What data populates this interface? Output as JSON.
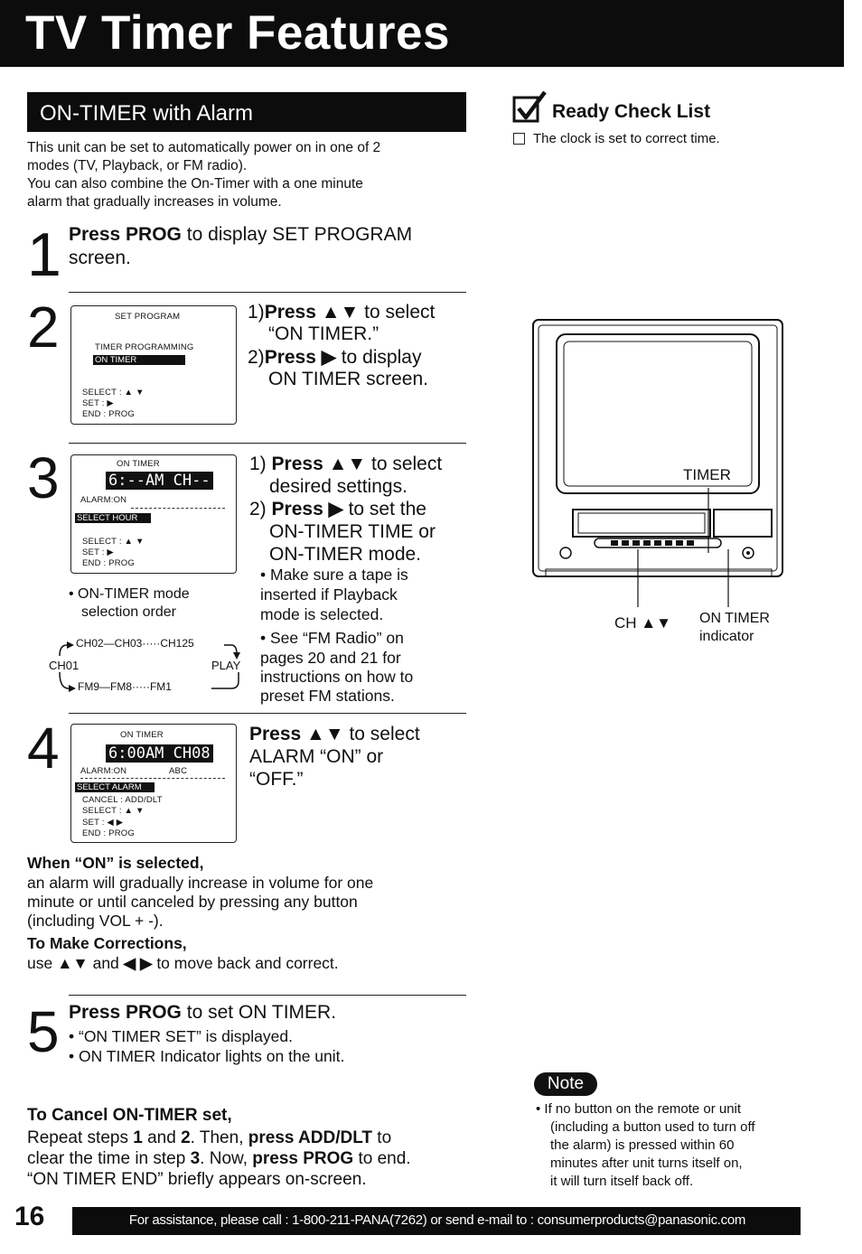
{
  "header": {
    "title": "TV Timer Features"
  },
  "section": {
    "title": "ON-TIMER with Alarm",
    "intro": [
      "This unit can be set to automatically power on in one of 2",
      "modes (TV, Playback, or FM radio).",
      "You can also combine the On-Timer with a one minute",
      "alarm that gradually increases in volume."
    ]
  },
  "checklist": {
    "title": "Ready Check List",
    "item": "The clock is set to correct time."
  },
  "step1": {
    "num": "1",
    "bold": "Press PROG",
    "rest": " to display SET PROGRAM",
    "line2": "screen."
  },
  "step2": {
    "num": "2",
    "osd": {
      "title": "SET PROGRAM",
      "line1": "TIMER PROGRAMMING",
      "highlight": "ON TIMER",
      "select": "SELECT : ▲ ▼",
      "set": "SET      : ▶",
      "end": "END      : PROG"
    },
    "l1_num": "1)",
    "l1_bold": "Press ▲▼",
    "l1_rest": " to select",
    "l1b": "“ON TIMER.”",
    "l2_num": "2)",
    "l2_bold": "Press ▶",
    "l2_rest": " to display",
    "l2b": "ON TIMER screen."
  },
  "step3": {
    "num": "3",
    "osd": {
      "title": "ON TIMER",
      "big": "6:--AM CH--",
      "alarm": "ALARM:ON",
      "highlight": "SELECT HOUR",
      "select": "SELECT : ▲ ▼",
      "set": "SET      : ▶",
      "end": "END      : PROG"
    },
    "l1_num": "1)",
    "l1_bold": "Press ▲▼",
    "l1_rest": " to select",
    "l1b": "desired settings.",
    "l2_num": "2)",
    "l2_bold": "Press ▶",
    "l2_rest": " to set the",
    "l2b": "ON-TIMER TIME or",
    "l2c": "ON-TIMER mode.",
    "bullet1": [
      "• Make sure a tape is",
      "inserted if Playback",
      "mode  is selected."
    ],
    "bullet2": [
      "• See “FM Radio” on",
      "pages 20 and 21 for",
      "instructions on how to",
      "preset FM stations."
    ],
    "mode_note": [
      "• ON-TIMER mode",
      "selection order"
    ],
    "order": {
      "top": "CH02—CH03·····CH125",
      "left": "CH01",
      "right": "PLAY",
      "bottom": "FM9—FM8·····FM1"
    }
  },
  "step4": {
    "num": "4",
    "osd": {
      "title": "ON TIMER",
      "big": "6:00AM CH08",
      "alarm": "ALARM:ON",
      "abc": "ABC",
      "highlight": "SELECT ALARM",
      "cancel": "CANCEL : ADD/DLT",
      "select": "SELECT : ▲ ▼",
      "set": "SET      : ◀ ▶",
      "end": "END      : PROG"
    },
    "bold": "Press ▲▼",
    "rest": " to select",
    "line2": "ALARM “ON” or",
    "line3": "“OFF.”"
  },
  "when_on": {
    "title": "When “ON” is selected,",
    "lines": [
      "an alarm will gradually increase in volume for one",
      "minute or until canceled by pressing any button",
      "(including VOL + -)."
    ]
  },
  "corrections": {
    "title": "To Make Corrections,",
    "pre": "use ",
    "arrows1": "▲▼",
    "mid": " and ",
    "arrows2": "◀ ▶",
    "post": " to move back and correct."
  },
  "step5": {
    "num": "5",
    "bold": "Press PROG",
    "rest": " to set ON TIMER.",
    "b1": "• “ON TIMER SET” is displayed.",
    "b2": "• ON TIMER Indicator lights on the unit."
  },
  "cancel": {
    "title": "To Cancel ON-TIMER set,",
    "l1_a": "Repeat steps ",
    "l1_b": "1",
    "l1_c": " and ",
    "l1_d": "2",
    "l1_e": ". Then, ",
    "l1_f": "press ADD/DLT",
    "l1_g": " to",
    "l2_a": "clear the time in step ",
    "l2_b": "3",
    "l2_c": ". Now, ",
    "l2_d": "press PROG",
    "l2_e": " to end.",
    "l3": "“ON TIMER END”  briefly appears on-screen."
  },
  "tv": {
    "timer_label": "TIMER",
    "ch_label": "CH ▲▼",
    "ontimer_label": "ON TIMER",
    "indicator_label": "indicator"
  },
  "note": {
    "label": "Note",
    "lines": [
      "•  If no button on the remote or unit",
      "(including a button used to turn off",
      "the alarm) is pressed within 60",
      "minutes after unit turns itself on,",
      "it will turn itself back off."
    ]
  },
  "footer": {
    "page": "16",
    "text": "For assistance, please call : 1-800-211-PANA(7262) or send e-mail to : consumerproducts@panasonic.com"
  }
}
